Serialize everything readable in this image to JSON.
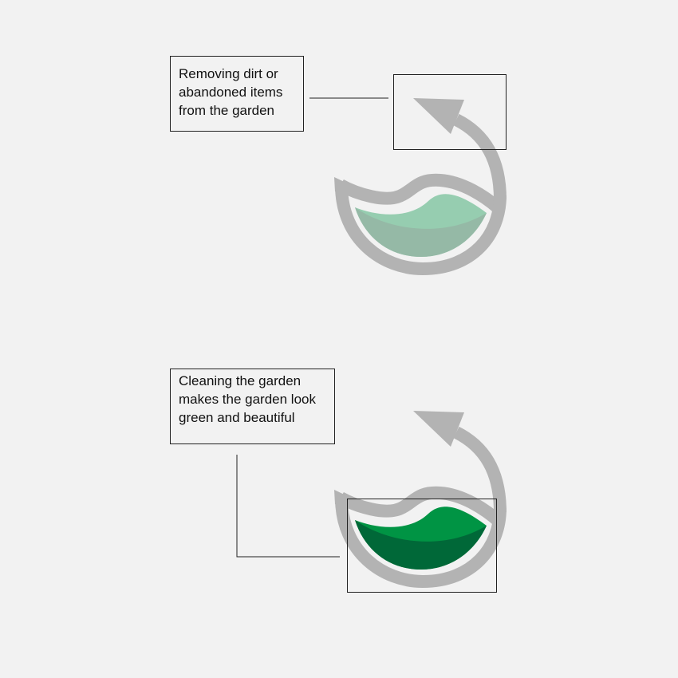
{
  "panels": [
    {
      "caption_lines": [
        "Removing dirt or",
        "abandoned items",
        "from the garden"
      ],
      "leaf_colors": {
        "top": "#96cdb0",
        "bottom": "#95b9a6"
      },
      "highlight": "arrow"
    },
    {
      "caption_lines": [
        "Cleaning the garden",
        "makes the garden look",
        "green and beautiful"
      ],
      "leaf_colors": {
        "top": "#009444",
        "bottom": "#006838"
      },
      "highlight": "leaf"
    }
  ],
  "ring_color": "#b3b3b3"
}
